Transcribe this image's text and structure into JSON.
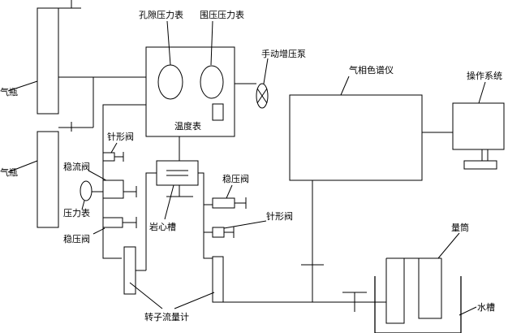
{
  "labels": {
    "gas_cylinder_top": "气瓶",
    "gas_cylinder_bottom": "气瓶",
    "pore_pressure_gauge": "孔隙压力表",
    "confining_pressure_gauge": "围压压力表",
    "hand_pump": "手动增压泵",
    "temperature_gauge": "温度表",
    "gas_chromatograph": "气相色谱仪",
    "operating_system": "操作系统",
    "needle_valve_left": "针形阀",
    "flow_stabilizer": "稳流阀",
    "pressure_gauge": "压力表",
    "pressure_regulator_left": "稳压阀",
    "core_holder": "岩心槽",
    "pressure_regulator_right": "稳压阀",
    "needle_valve_right": "针形阀",
    "rotameter": "转子流量计",
    "measuring_cylinder": "量筒",
    "water_tank": "水槽"
  }
}
